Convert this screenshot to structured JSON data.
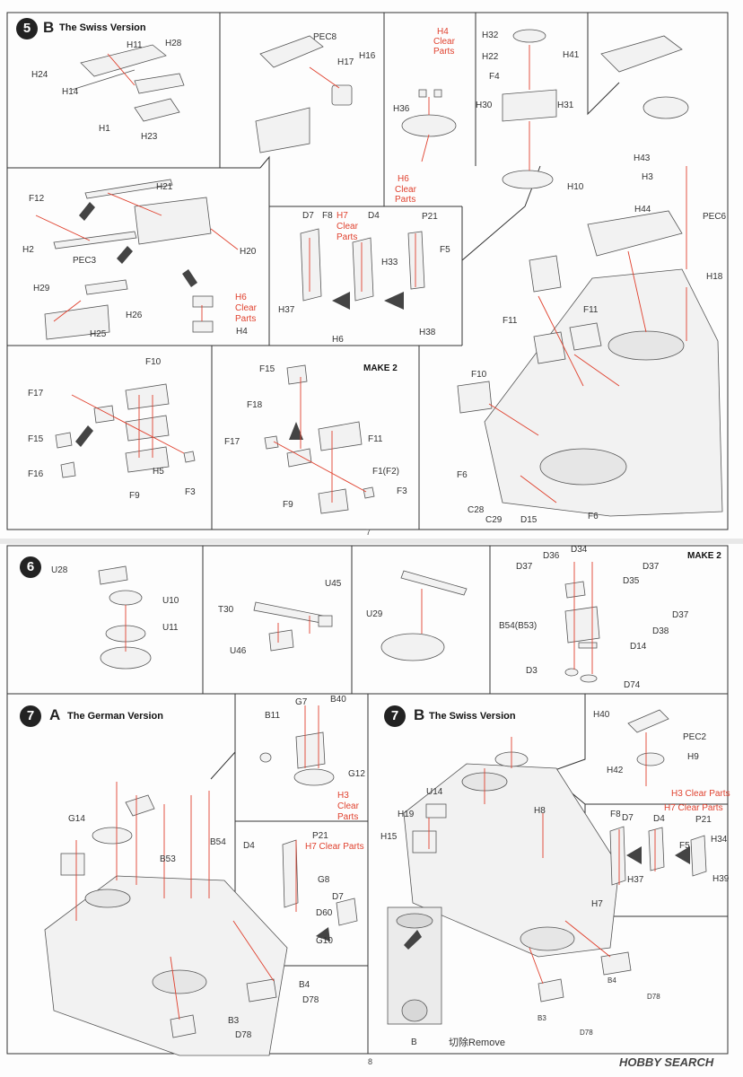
{
  "upper": {
    "step": "5",
    "letter": "B",
    "title": "The Swiss Version",
    "make2": "MAKE 2",
    "page": "7",
    "labels_a": [
      "H11",
      "H28",
      "H24",
      "H14",
      "H1",
      "H23"
    ],
    "labels_b": [
      "PEC8",
      "H17",
      "H16"
    ],
    "labels_c": [
      "H4",
      "Clear",
      "Parts",
      "H36",
      "H6",
      "Clear",
      "Parts"
    ],
    "labels_d": [
      "H32",
      "H41",
      "H22",
      "F4",
      "H30",
      "H31",
      "H10"
    ],
    "labels_e": [
      "F12",
      "H21",
      "H2",
      "PEC3",
      "H20",
      "H29",
      "H26",
      "H6",
      "Clear",
      "Parts",
      "H25",
      "H4"
    ],
    "labels_f": [
      "D7",
      "F8",
      "H7",
      "Clear",
      "Parts",
      "D4",
      "P21",
      "F5",
      "H33",
      "H37",
      "H6",
      "H38"
    ],
    "labels_g": [
      "H43",
      "H3",
      "H44",
      "PEC6",
      "H18",
      "F11",
      "F11",
      "F10",
      "F6",
      "C28",
      "C29",
      "D15",
      "F6"
    ],
    "labels_h": [
      "F10",
      "F17",
      "F15",
      "H5",
      "F16",
      "F9",
      "F3"
    ],
    "labels_i": [
      "F15",
      "F18",
      "F17",
      "F11",
      "F1(F2)",
      "F9",
      "F3"
    ]
  },
  "lower": {
    "step6": "6",
    "make2": "MAKE 2",
    "labels_6a": [
      "U28",
      "U10",
      "U11"
    ],
    "labels_6b": [
      "U45",
      "T30",
      "U46"
    ],
    "labels_6c": [
      "U29"
    ],
    "labels_6d": [
      "D36",
      "D34",
      "D37",
      "D37",
      "D35",
      "D37",
      "B54(B53)",
      "D38",
      "D14",
      "D3",
      "D74"
    ],
    "step7a_num": "7",
    "step7a_letter": "A",
    "step7a_title": "The German Version",
    "labels_7a": [
      "G14",
      "B53",
      "B54",
      "B4",
      "D78",
      "B3",
      "D78"
    ],
    "labels_7a_sub1": [
      "B40",
      "G7",
      "B11",
      "G12",
      "H3",
      "Clear",
      "Parts"
    ],
    "labels_7a_sub2": [
      "D4",
      "P21",
      "H7 Clear Parts",
      "G8",
      "D7",
      "D60",
      "G10"
    ],
    "step7b_num": "7",
    "step7b_letter": "B",
    "step7b_title": "The Swiss Version",
    "labels_7b": [
      "U14",
      "H19",
      "H8",
      "H15",
      "B4",
      "D78",
      "B3",
      "D78",
      "B"
    ],
    "labels_7b_sub1": [
      "H40",
      "PEC2",
      "H9",
      "H42",
      "H3 Clear Parts"
    ],
    "labels_7b_sub2": [
      "F8",
      "D7",
      "H7 Clear Parts",
      "D4",
      "P21",
      "H34",
      "F5",
      "H37",
      "H39",
      "H7"
    ],
    "remove_label": "切除Remove",
    "page": "8",
    "watermark": "HOBBY SEARCH"
  }
}
